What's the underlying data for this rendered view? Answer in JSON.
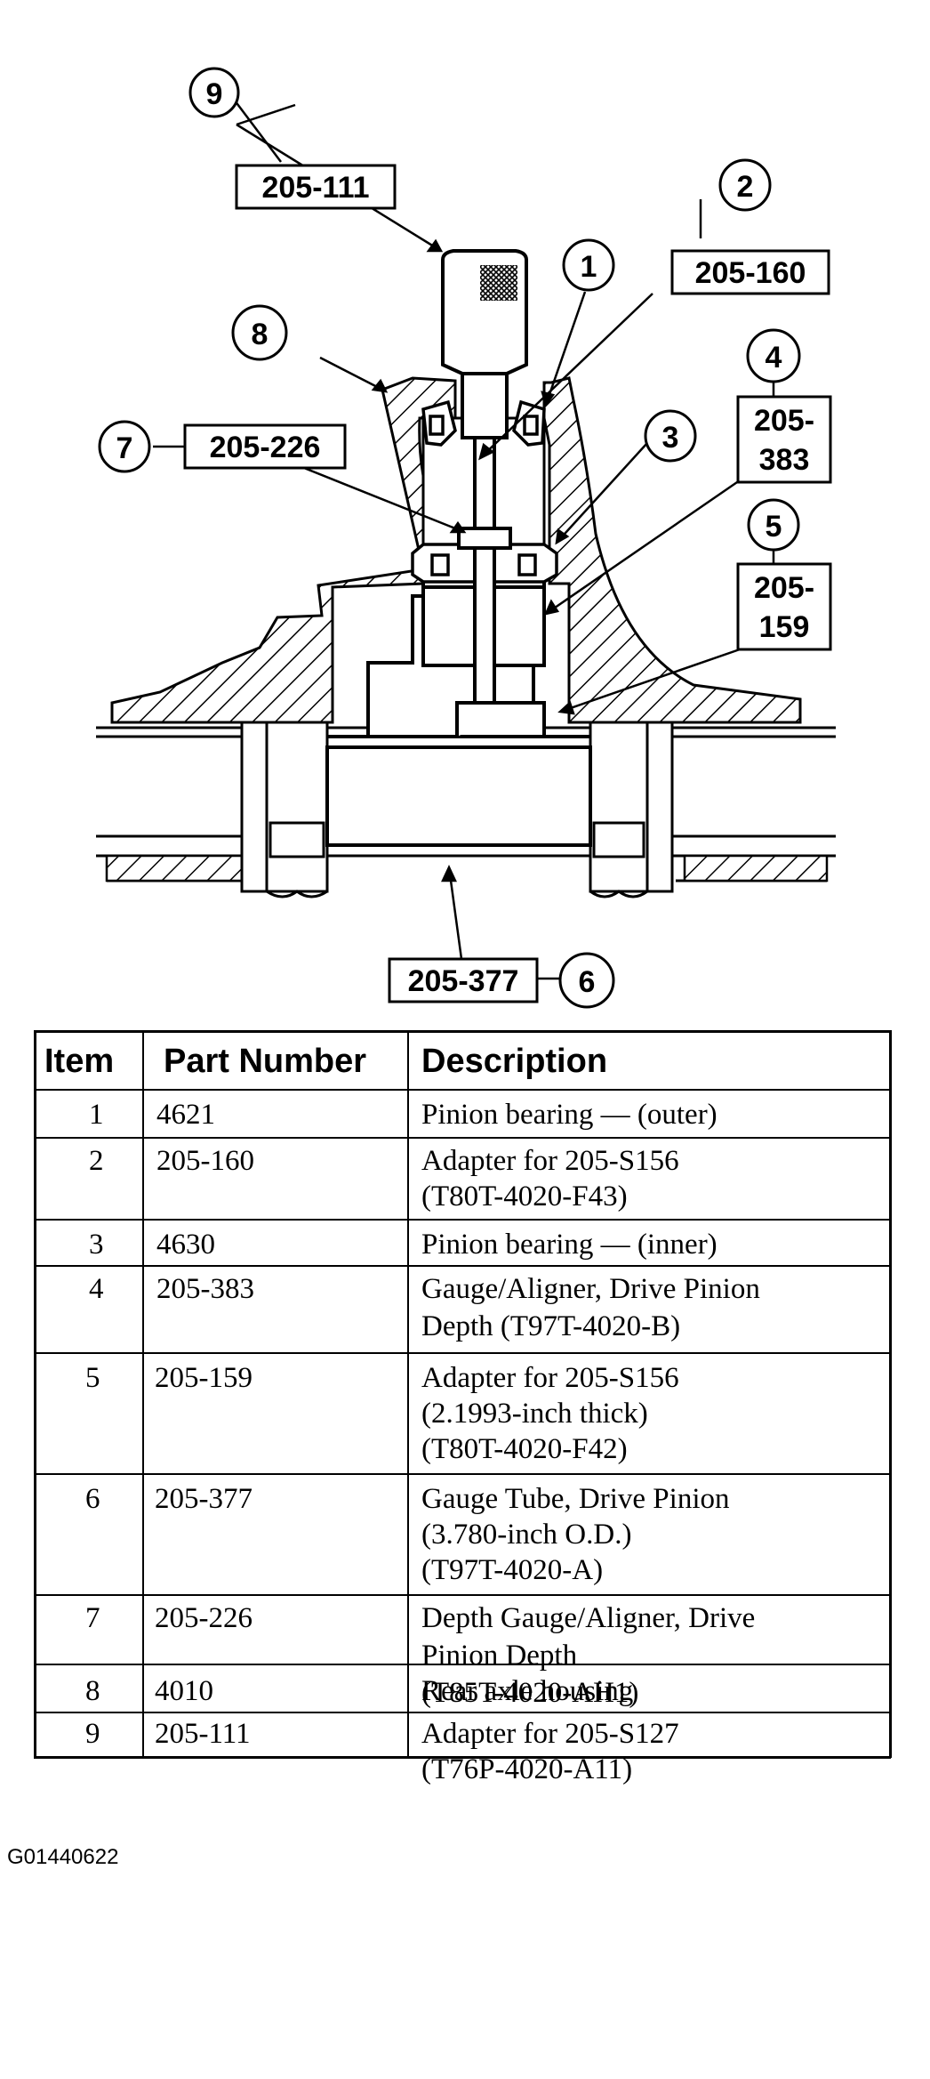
{
  "diagram": {
    "callouts": [
      {
        "id": "9",
        "tool": "205-111"
      },
      {
        "id": "2",
        "tool": "205-160"
      },
      {
        "id": "1"
      },
      {
        "id": "8"
      },
      {
        "id": "7",
        "tool": "205-226"
      },
      {
        "id": "3"
      },
      {
        "id": "4",
        "tool_line1": "205-",
        "tool_line2": "383"
      },
      {
        "id": "5",
        "tool_line1": "205-",
        "tool_line2": "159"
      },
      {
        "id": "6",
        "tool": "205-377"
      }
    ]
  },
  "table": {
    "headers": {
      "item": "Item",
      "part": "Part Number",
      "desc": "Description"
    },
    "rows": [
      {
        "item": "1",
        "part": "4621",
        "desc": [
          "Pinion bearing — (outer)"
        ]
      },
      {
        "item": "2",
        "part": "205-160",
        "desc": [
          "Adapter for 205-S156",
          "(T80T-4020-F43)"
        ]
      },
      {
        "item": "3",
        "part": "4630",
        "desc": [
          "Pinion bearing — (inner)"
        ]
      },
      {
        "item": "4",
        "part": "205-383",
        "desc": [
          "Gauge/Aligner, Drive Pinion",
          "Depth (T97T-4020-B)"
        ]
      },
      {
        "item": "5",
        "part": "205-159",
        "desc": [
          "Adapter for 205-S156",
          "(2.1993-inch thick)",
          "(T80T-4020-F42)"
        ]
      },
      {
        "item": "6",
        "part": "205-377",
        "desc": [
          "Gauge Tube, Drive Pinion",
          "(3.780-inch O.D.)",
          "(T97T-4020-A)"
        ]
      },
      {
        "item": "7",
        "part": "205-226",
        "desc": [
          "Depth Gauge/Aligner, Drive",
          "Pinion Depth",
          "(T85T-4020-AH1)"
        ]
      },
      {
        "item": "8",
        "part": "4010",
        "desc": [
          "Rear axle housing"
        ]
      },
      {
        "item": "9",
        "part": "205-111",
        "desc": [
          "Adapter for 205-S127",
          "(T76P-4020-A11)"
        ]
      }
    ]
  },
  "footer": {
    "code": "G01440622"
  }
}
